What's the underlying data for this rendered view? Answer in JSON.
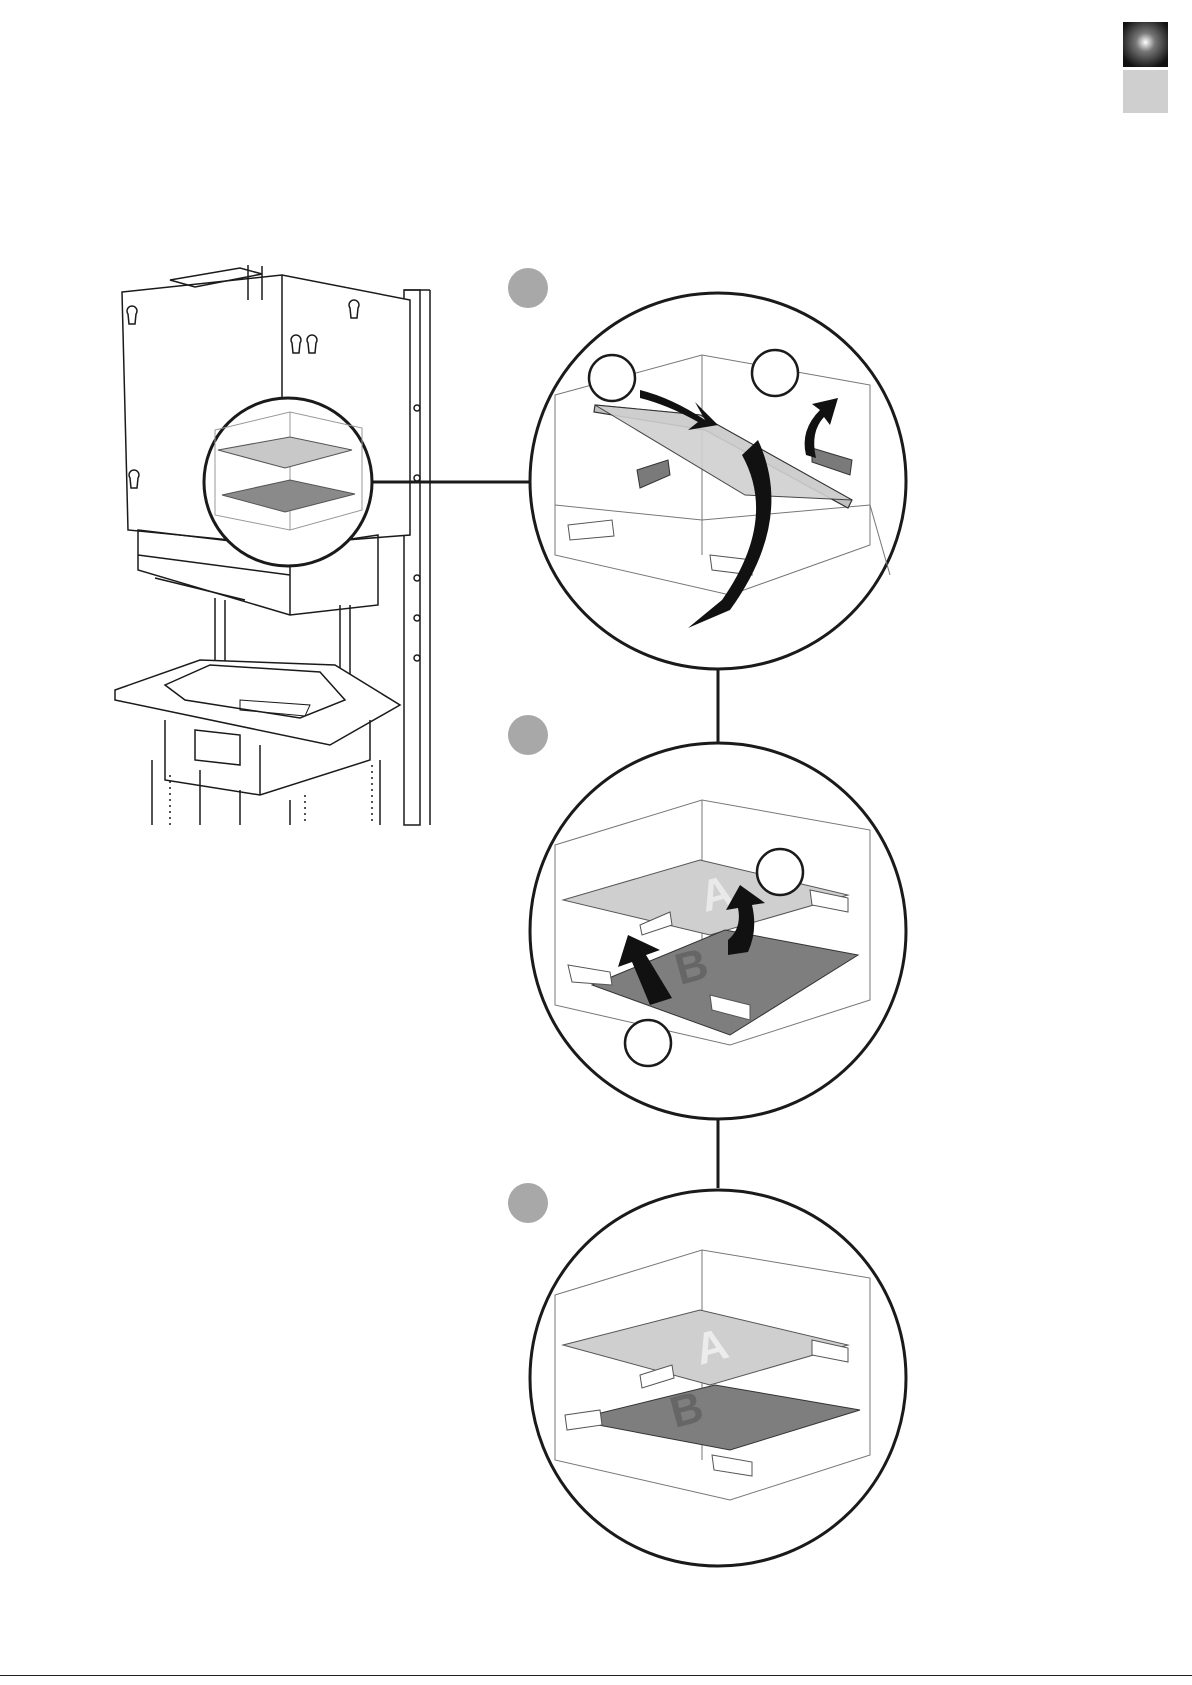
{
  "page": {
    "background": "#ffffff"
  },
  "colors": {
    "line": "#1a1a1a",
    "thin_line": "#555555",
    "panel_light": "#c8c8c8",
    "panel_dark": "#8a8a8a",
    "step_badge": "#a8a8a8",
    "corner_tab_dark": "#1a1a1a",
    "corner_tab_light": "#cfcfcf"
  },
  "steps": [
    {
      "id": 1,
      "action": "remove-top-plate",
      "icons": [
        "curved-arrow-icon",
        "curved-arrow-icon"
      ]
    },
    {
      "id": 2,
      "action": "swap-plates",
      "icons": [
        "up-arrow-icon",
        "up-arrow-icon"
      ]
    },
    {
      "id": 3,
      "action": "plates-installed",
      "icons": []
    }
  ],
  "plate_letters": {
    "top": "A",
    "bottom": "B"
  }
}
